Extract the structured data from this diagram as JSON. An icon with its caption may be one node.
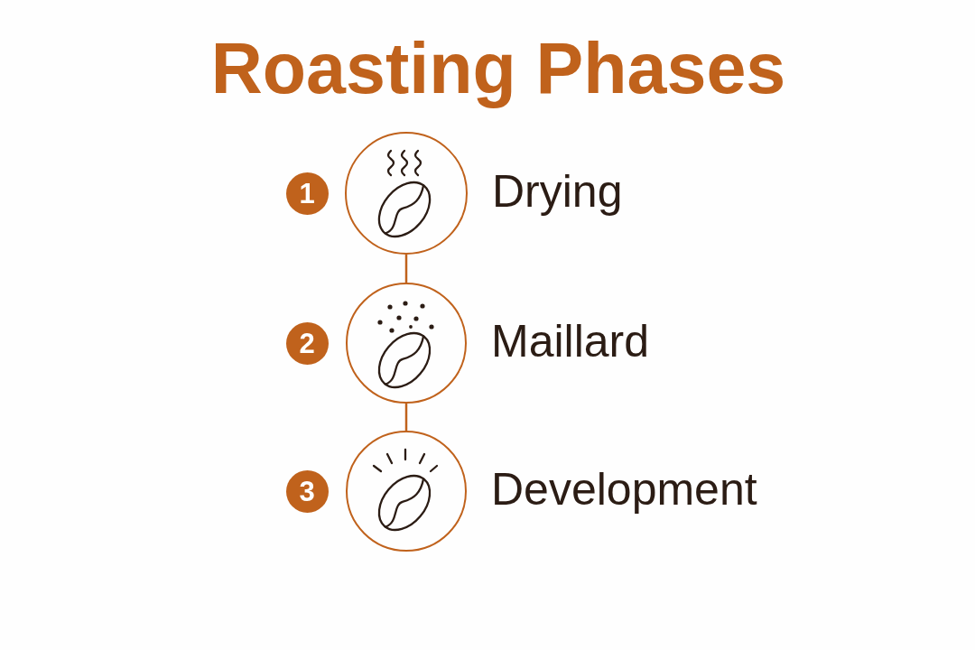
{
  "diagram": {
    "title": "Roasting Phases",
    "nodes": [
      {
        "text": [
          "1"
        ]
      },
      {
        "text": [],
        "shape": "circle",
        "beside": [
          "Drying"
        ]
      },
      {
        "text": [
          "2"
        ]
      },
      {
        "text": [],
        "shape": "circle",
        "beside": [
          "Maillard"
        ]
      },
      {
        "text": [
          "3"
        ]
      },
      {
        "text": [],
        "shape": "circle",
        "beside": [
          "Development"
        ]
      }
    ],
    "edges": [
      {
        "from": 1,
        "to": 3,
        "arrow": "none"
      },
      {
        "from": 3,
        "to": 5,
        "arrow": "none"
      }
    ]
  }
}
